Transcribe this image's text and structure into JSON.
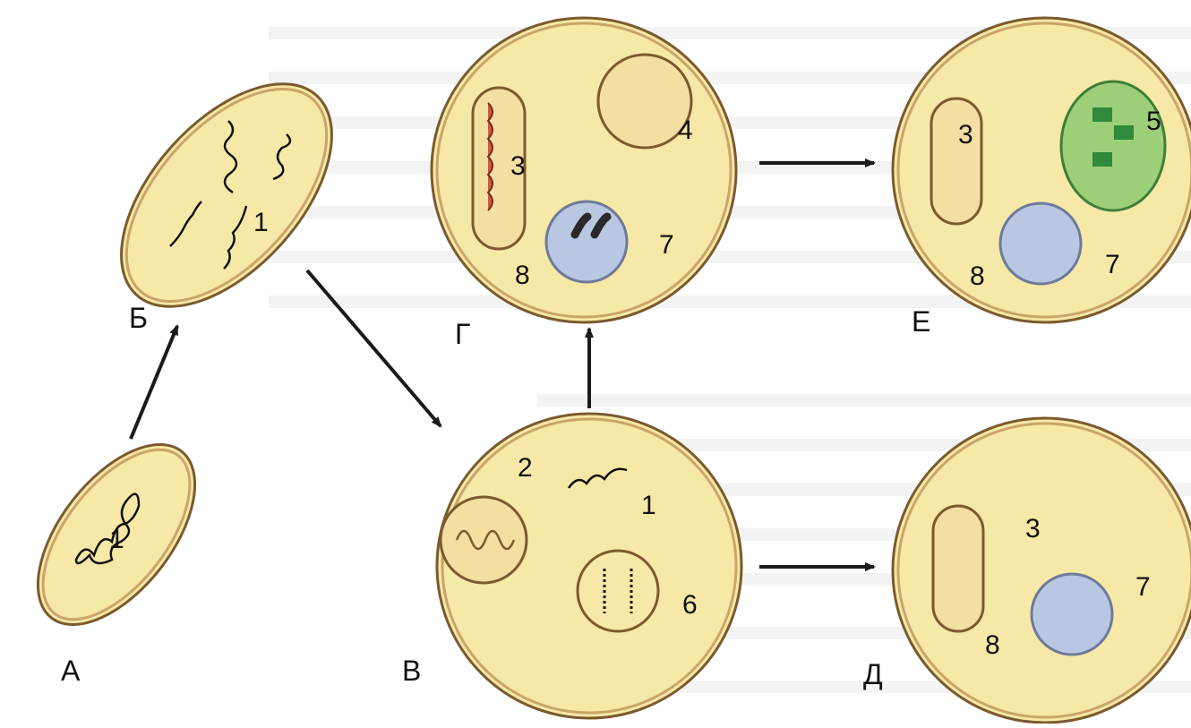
{
  "labels": {
    "A": "А",
    "B": "Б",
    "V": "В",
    "G": "Г",
    "D": "Д",
    "E": "Е"
  },
  "numbers": {
    "n1": "1",
    "n2": "2",
    "n3": "3",
    "n4": "4",
    "n5": "5",
    "n6": "6",
    "n7": "7",
    "n8": "8"
  },
  "colors": {
    "cytoplasm": "#f6e8a6",
    "cell_wall": "#c9a56a",
    "mitochondrion_outer": "#f3dfa2",
    "mitochondrion_inner": "#cf5a40",
    "nucleus": "#b9c7e3",
    "chromosome": "#2a2a2a",
    "chloroplast": "#9ccf78",
    "grana": "#2f8a3a",
    "arrow": "#1a1a1a"
  }
}
